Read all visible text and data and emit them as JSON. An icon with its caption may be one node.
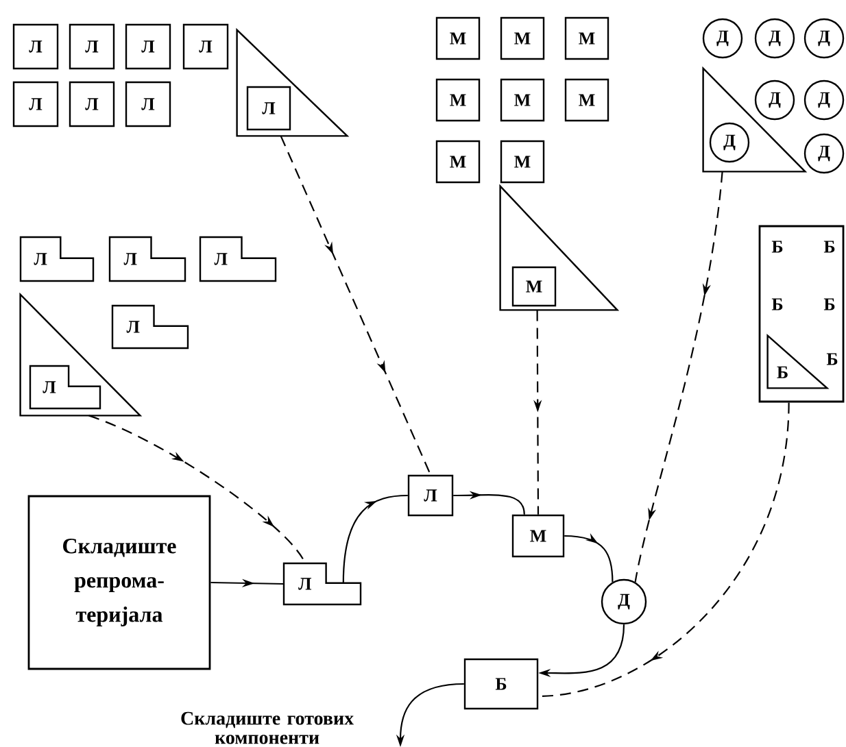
{
  "diagram": {
    "nodes": [
      {
        "text": [
          "Л"
        ]
      },
      {
        "text": [
          "Л"
        ]
      },
      {
        "text": [
          "Л"
        ]
      },
      {
        "text": [
          "Л"
        ]
      },
      {
        "text": [
          "Л"
        ]
      },
      {
        "text": [
          "Л"
        ]
      },
      {
        "text": [
          "Л"
        ]
      },
      {
        "text": [],
        "shape": "triangle"
      },
      {
        "text": [
          "Л"
        ],
        "in": 7
      },
      {
        "text": [
          "Л"
        ]
      },
      {
        "text": [
          "Л"
        ]
      },
      {
        "text": [
          "Л"
        ]
      },
      {
        "text": [
          "Л"
        ]
      },
      {
        "text": [],
        "shape": "triangle"
      },
      {
        "text": [
          "Л"
        ],
        "in": 13
      },
      {
        "text": [
          "М"
        ]
      },
      {
        "text": [
          "М"
        ]
      },
      {
        "text": [
          "М"
        ]
      },
      {
        "text": [
          "М"
        ]
      },
      {
        "text": [
          "М"
        ]
      },
      {
        "text": [
          "М"
        ]
      },
      {
        "text": [
          "М"
        ]
      },
      {
        "text": [
          "М"
        ]
      },
      {
        "text": [],
        "shape": "triangle"
      },
      {
        "text": [
          "М"
        ],
        "in": 23
      },
      {
        "text": [
          "Д"
        ]
      },
      {
        "text": [
          "Д"
        ]
      },
      {
        "text": [
          "Д"
        ]
      },
      {
        "text": [],
        "shape": "triangle"
      },
      {
        "text": [
          "Д"
        ],
        "in": 28
      },
      {
        "text": [
          "Д"
        ]
      },
      {
        "text": [
          "Д"
        ]
      },
      {
        "text": [
          "Д"
        ]
      },
      {
        "text": [
          "Б",
          "Б",
          "Б",
          "Б",
          "Б"
        ]
      },
      {
        "text": [
          "Б"
        ],
        "in": 33
      },
      {
        "text": [
          "Складиште репрома-теријала"
        ]
      },
      {
        "text": [
          "Л"
        ]
      },
      {
        "text": [
          "Л"
        ]
      },
      {
        "text": [
          "М"
        ]
      },
      {
        "text": [
          "Д"
        ]
      },
      {
        "text": [
          "Б"
        ]
      },
      {
        "text": [
          "Складиште готових компоненти"
        ]
      }
    ],
    "edges": [
      {
        "from": 35,
        "to": 36,
        "arrow": "to"
      },
      {
        "from": 36,
        "to": 37,
        "arrow": "to"
      },
      {
        "from": 37,
        "to": 38,
        "arrow": "to"
      },
      {
        "from": 38,
        "to": 39,
        "arrow": "to"
      },
      {
        "from": 39,
        "to": 40,
        "arrow": "to"
      },
      {
        "from": 40,
        "to": 41,
        "arrow": "to"
      },
      {
        "from": 7,
        "to": 37,
        "arrow": "to",
        "style": "dashed"
      },
      {
        "from": 13,
        "to": 36,
        "arrow": "to",
        "style": "dashed"
      },
      {
        "from": 23,
        "to": 38,
        "arrow": "to",
        "style": "dashed"
      },
      {
        "from": 28,
        "to": 39,
        "arrow": "to",
        "style": "dashed"
      },
      {
        "from": 33,
        "to": 40,
        "arrow": "to",
        "style": "dashed"
      }
    ]
  }
}
